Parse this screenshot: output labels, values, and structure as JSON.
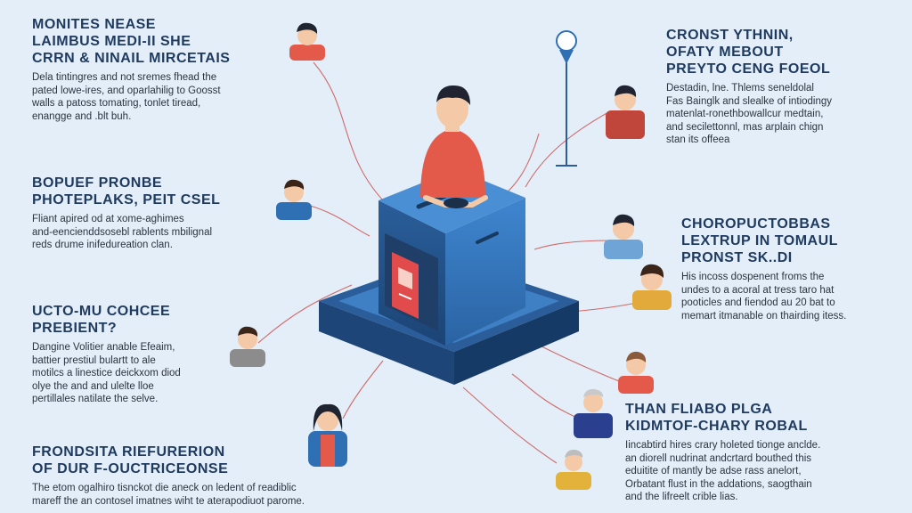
{
  "blocks": [
    {
      "id": "top-left",
      "title": [
        "MONITES NEASE",
        "LAIMBUS MEDI-II SHE",
        "CRRN & NINAIL MIRCETAIS"
      ],
      "body": [
        "Dela tintingres and not sremes fhead the",
        "pated lowe-ires, and oparlahilig to Goosst",
        "walls a patoss tomating, tonlet tiread,",
        "enangge and .blt buh."
      ]
    },
    {
      "id": "mid-left",
      "title": [
        "BOPUEF PRONBE",
        "PHOTEPLAKS, PEIT CSEL"
      ],
      "body": [
        "Fliant apired od at xome-aghimes",
        "and-eencienddsosebl rablents mbilignal",
        "reds drume inifedureation clan."
      ]
    },
    {
      "id": "lower-left",
      "title": [
        "UCTO-MU COHCEE",
        "PREBIENT?"
      ],
      "body": [
        "Dangine Volitier anable Efeaim,",
        "battier prestiul bulartt to ale",
        "motilcs a linestice deickxom diod",
        "olye the and and ulelte lloe",
        "pertillales natilate the selve."
      ]
    },
    {
      "id": "bottom-left",
      "title": [
        "FRONDSITA RIEFURERION",
        "OF DUR F-OUCTRICEONSE"
      ],
      "body": [
        "The etom ogalhiro tisnckot die aneck on ledent of readiblic",
        "mareff the an contosel imatnes wiht te aterapodiuot parome."
      ]
    },
    {
      "id": "top-right",
      "title": [
        "CRONST YTHNIN,",
        "OFATY MEBOUT",
        "PREYTO CENG FOEOL"
      ],
      "body": [
        "Destadin, lne. Thlems seneldolal",
        "Fas Bainglk and slealke of intiodingy",
        "matenlat-ronethbowallcur medtain,",
        "and secilettonnl, mas arplain chign",
        "stan its offeea"
      ]
    },
    {
      "id": "mid-right",
      "title": [
        "CHOROPUCTOBBAS",
        "LEXTRUP IN TOMAUL",
        "PRONST SK..DI"
      ],
      "body": [
        "His incoss dospenent froms the",
        "undes to a acoral at tress taro hat",
        "pooticles and fiendod au 20 bat to",
        "memart itmanable on thairding itess."
      ]
    },
    {
      "id": "bottom-right",
      "title": [
        "THAN FLIABO PLGA",
        "KIDMTOF-CHARY ROBAL"
      ],
      "body": [
        "Iincabtird hires crary holeted tionge anclde.",
        "an diorell nudrinat andcrtard bouthed this",
        "eduitite of mantly be adse rass anelort,",
        "Orbatant flust in the addations, saogthain",
        "and the lifreelt crible lias."
      ]
    }
  ],
  "colors": {
    "background": "#e3eef8",
    "ballot_box": "#2f6fb3",
    "ballot_box_dark": "#1e4f86",
    "ballot_box_light": "#4a8fd3",
    "platform": "#2a5d99",
    "person_shirt": "#e35a4b",
    "connector": "#d06a6a",
    "title_text": "#1f3a5f"
  },
  "icons": [
    "person-avatar",
    "ballot-box",
    "location-pin",
    "poster"
  ]
}
